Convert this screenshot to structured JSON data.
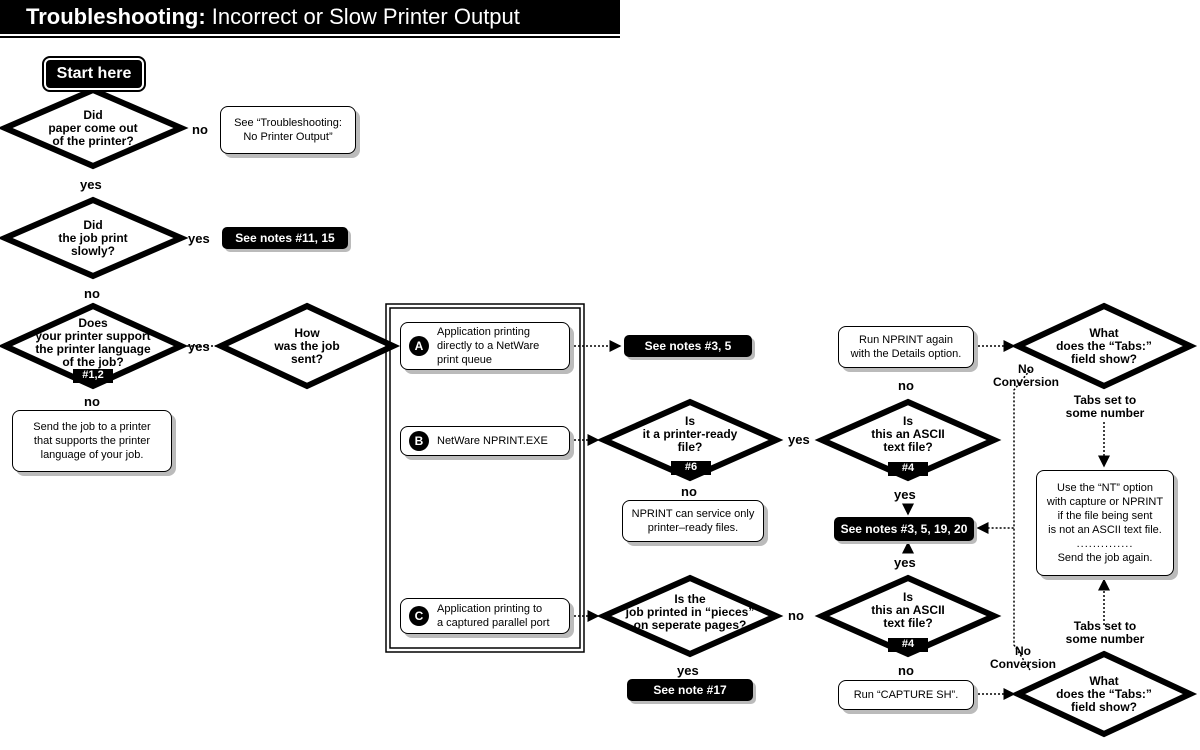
{
  "title": {
    "bold": "Troubleshooting:",
    "rest": " Incorrect or Slow Printer Output"
  },
  "start": "Start here",
  "q1": [
    "Did",
    "paper come out",
    "of the printer?"
  ],
  "q2": [
    "Did",
    "the job print",
    "slowly?"
  ],
  "q3": [
    "Does",
    "your printer support",
    "the printer language",
    "of the job?"
  ],
  "q3_note": "#1,2",
  "q4": [
    "How",
    "was the job",
    "sent?"
  ],
  "q5": [
    "Is",
    "it a printer-ready",
    "file?"
  ],
  "q5_note": "#6",
  "q6": [
    "Is",
    "this an ASCII",
    "text file?"
  ],
  "q6_note": "#4",
  "q7": [
    "Is",
    "this an ASCII",
    "text file?"
  ],
  "q7_note": "#4",
  "q8": [
    "Is the",
    "job printed in “pieces”",
    "on seperate pages?"
  ],
  "q9": [
    "What",
    "does the “Tabs:”",
    "field show?"
  ],
  "q10": [
    "What",
    "does the “Tabs:”",
    "field show?"
  ],
  "labels": {
    "no": "no",
    "yes": "yes",
    "no_conversion": [
      "No",
      "Conversion"
    ],
    "tabs_set": [
      "Tabs set to",
      "some number"
    ]
  },
  "boxes": {
    "see_no_output": [
      "See “Troubleshooting:",
      "No Printer Output”"
    ],
    "send_job": [
      "Send the job to a printer",
      "that supports the printer",
      "language of your job."
    ],
    "nprint_service": [
      "NPRINT can service only",
      "printer–ready files."
    ],
    "run_nprint": [
      "Run NPRINT again",
      "with the Details option."
    ],
    "run_capture": "Run “CAPTURE SH”.",
    "use_nt": [
      "Use the “NT” option",
      "with capture or NPRINT",
      "if the file being sent",
      "is not an ASCII text file."
    ],
    "use_nt_dots": "..............",
    "send_again": "Send the job again."
  },
  "options": [
    {
      "letter": "A",
      "text": [
        "Application printing",
        "directly to a NetWare",
        "print queue"
      ]
    },
    {
      "letter": "B",
      "text": [
        "NetWare NPRINT.EXE"
      ]
    },
    {
      "letter": "C",
      "text": [
        "Application printing to",
        "a captured parallel port"
      ]
    }
  ],
  "notes": {
    "n11": "See notes #11, 15",
    "n3": "See notes #3, 5",
    "n19": "See notes #3, 5, 19, 20",
    "n17": "See note #17"
  }
}
